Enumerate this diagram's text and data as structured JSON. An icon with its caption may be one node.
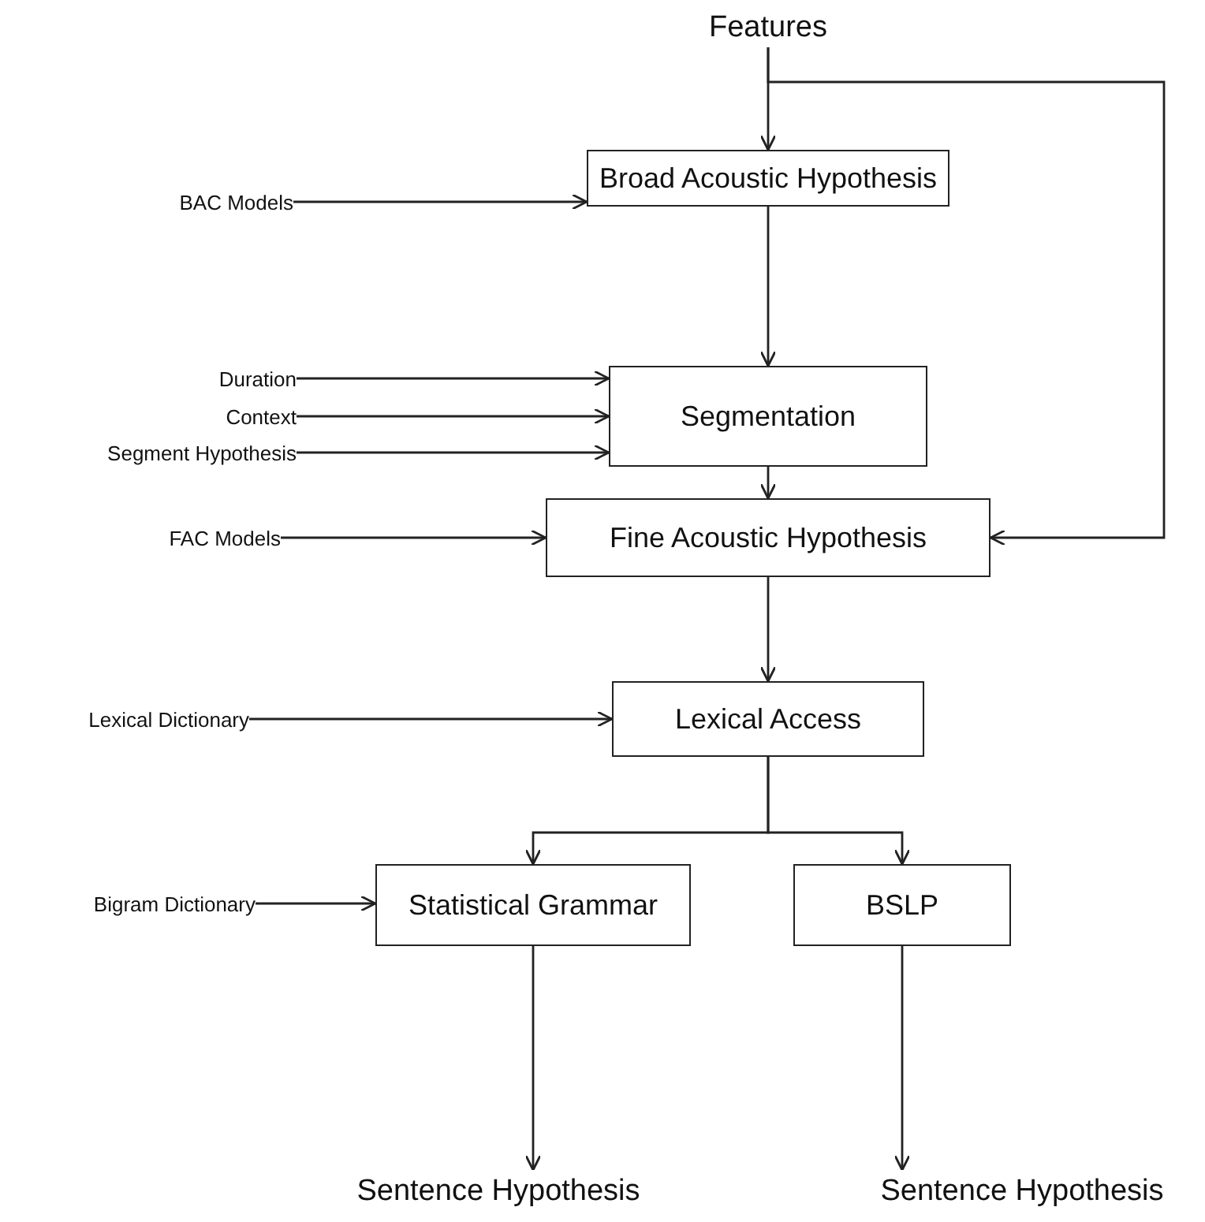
{
  "diagram": {
    "nodes": [
      {
        "text": [
          "Features"
        ]
      },
      {
        "text": [
          "BAC Models"
        ]
      },
      {
        "text": [
          "Broad Acoustic Hypothesis"
        ]
      },
      {
        "text": [
          "Duration"
        ]
      },
      {
        "text": [
          "Context"
        ]
      },
      {
        "text": [
          "Segment Hypothesis"
        ]
      },
      {
        "text": [
          "Segmentation"
        ]
      },
      {
        "text": [
          "FAC Models"
        ]
      },
      {
        "text": [
          "Fine Acoustic Hypothesis"
        ]
      },
      {
        "text": [
          "Lexical Dictionary"
        ]
      },
      {
        "text": [
          "Lexical Access"
        ]
      },
      {
        "text": [
          "Bigram Dictionary"
        ]
      },
      {
        "text": [
          "Statistical Grammar"
        ]
      },
      {
        "text": [
          "BSLP"
        ]
      },
      {
        "text": [
          "Sentence Hypothesis"
        ]
      },
      {
        "text": [
          "Sentence Hypothesis"
        ]
      }
    ],
    "edges": [
      {
        "from": 0,
        "to": 2,
        "arrow": "to"
      },
      {
        "from": 0,
        "to": 8,
        "arrow": "to"
      },
      {
        "from": 1,
        "to": 2,
        "arrow": "to"
      },
      {
        "from": 2,
        "to": 6,
        "arrow": "to"
      },
      {
        "from": 3,
        "to": 6,
        "arrow": "to"
      },
      {
        "from": 4,
        "to": 6,
        "arrow": "to"
      },
      {
        "from": 5,
        "to": 6,
        "arrow": "to"
      },
      {
        "from": 6,
        "to": 8,
        "arrow": "to"
      },
      {
        "from": 7,
        "to": 8,
        "arrow": "to"
      },
      {
        "from": 8,
        "to": 10,
        "arrow": "to"
      },
      {
        "from": 9,
        "to": 10,
        "arrow": "to"
      },
      {
        "from": 10,
        "to": 12,
        "arrow": "to"
      },
      {
        "from": 10,
        "to": 13,
        "arrow": "to"
      },
      {
        "from": 11,
        "to": 12,
        "arrow": "to"
      },
      {
        "from": 12,
        "to": 14,
        "arrow": "to"
      },
      {
        "from": 13,
        "to": 15,
        "arrow": "to"
      }
    ]
  }
}
